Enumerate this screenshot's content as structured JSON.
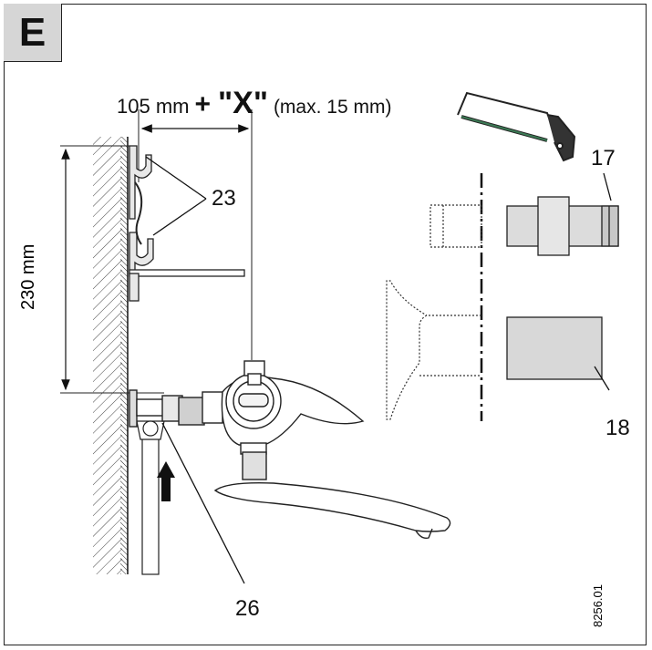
{
  "step_letter": "E",
  "dimension_width": {
    "value": "105 mm",
    "plus": "+",
    "variable": "\"X\"",
    "max": "(max. 15 mm)"
  },
  "dimension_height": "230 mm",
  "callouts": {
    "c17": "17",
    "c18": "18",
    "c23": "23",
    "c26": "26"
  },
  "doc_number": "8256.01"
}
